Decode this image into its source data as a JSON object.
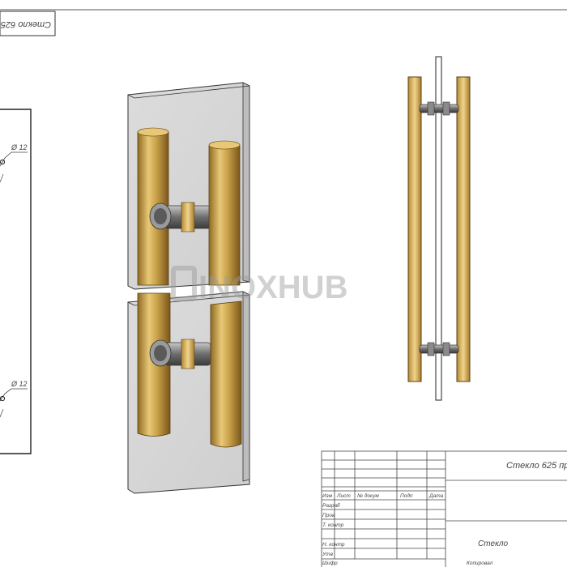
{
  "top_label": "Стекло 625",
  "watermark": "INOXHUB",
  "dimensions": {
    "upper": "Ø 12",
    "lower": "Ø 12"
  },
  "title_block": {
    "name": "Стекло 625 пр",
    "material": "Стекло",
    "headers": {
      "izm": "Изм",
      "list": "Лист",
      "doc": "№ докум",
      "sign": "Подп",
      "date": "Дата"
    },
    "roles": {
      "razrab": "Разраб",
      "prov": "Пров",
      "tkontr": "Т. контр",
      "nkontr": "Н. контр",
      "utv": "Утв"
    },
    "footer": {
      "code": "Шифр",
      "copied": "Копировал"
    }
  },
  "colors": {
    "gold": "#c9a24a",
    "glass": "#d9d9d9",
    "steel": "#8a8a8a",
    "line": "#222222"
  }
}
